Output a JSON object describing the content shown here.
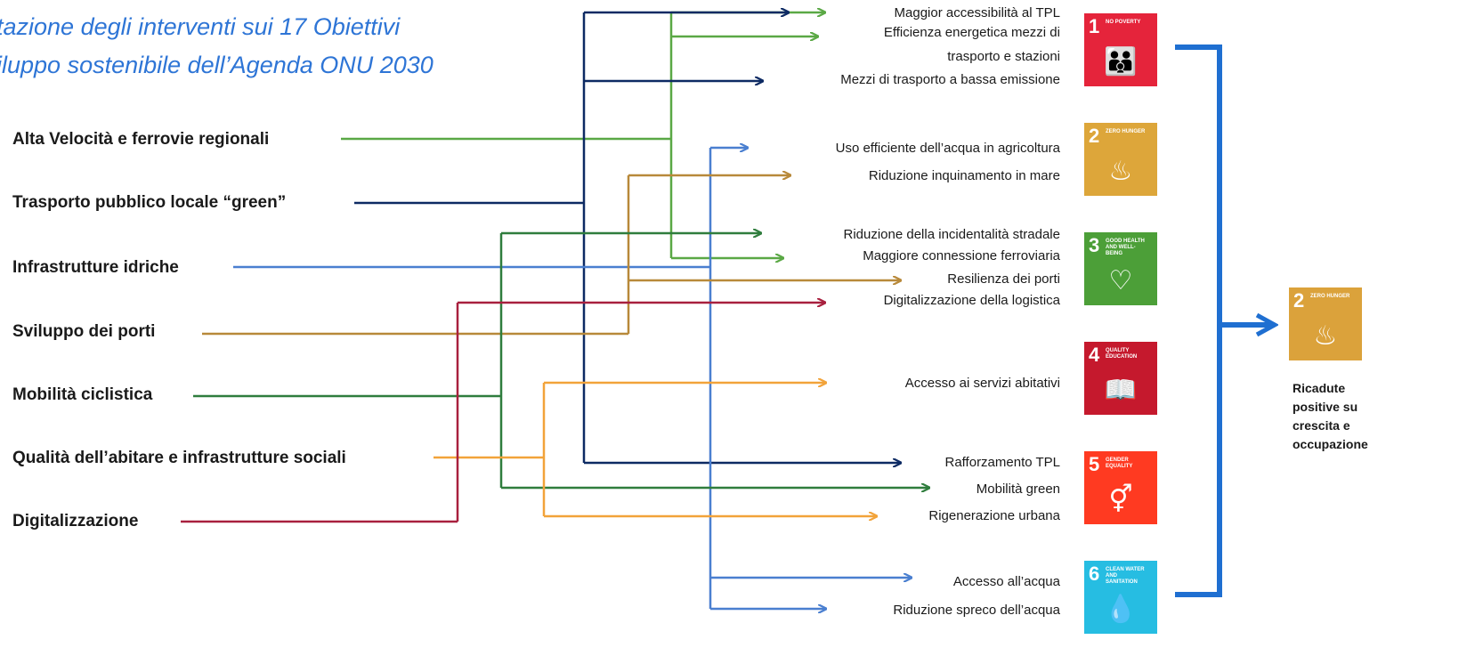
{
  "title": {
    "line1": "tazione degli interventi sui 17 Obiettivi",
    "line2": "iluppo sostenibile dell’Agenda ONU 2030"
  },
  "sources": [
    {
      "label": "Alta Velocità e ferrovie regionali",
      "color": "#5aa845"
    },
    {
      "label": "Trasporto pubblico locale “green”",
      "color": "#0d2a63"
    },
    {
      "label": "Infrastrutture idriche",
      "color": "#4a7fd0"
    },
    {
      "label": "Sviluppo dei porti",
      "color": "#b8893a"
    },
    {
      "label": "Mobilità ciclistica",
      "color": "#2f7d3d"
    },
    {
      "label": "Qualità dell’abitare e infrastrutture sociali",
      "color": "#f2a33a"
    },
    {
      "label": "Digitalizzazione",
      "color": "#a8203e"
    }
  ],
  "targets": {
    "t1": "Maggior accessibilità al TPL",
    "t2a": "Efficienza energetica mezzi di",
    "t2b": "trasporto e stazioni",
    "t3": "Mezzi di trasporto a bassa emissione",
    "t4": "Uso efficiente dell’acqua in agricoltura",
    "t5": "Riduzione inquinamento in mare",
    "t6": "Riduzione della incidentalità stradale",
    "t7": "Maggiore connessione ferroviaria",
    "t8": "Resilienza dei porti",
    "t9": "Digitalizzazione della logistica",
    "t10": "Accesso ai servizi abitativi",
    "t11": "Rafforzamento TPL",
    "t12": "Mobilità green",
    "t13": "Rigenerazione urbana",
    "t14": "Accesso all’acqua",
    "t15": "Riduzione spreco dell’acqua"
  },
  "sdg_tiles": [
    {
      "number": "1",
      "caption": "NO POVERTY",
      "color": "#e5243b",
      "glyph": "👪"
    },
    {
      "number": "2",
      "caption": "ZERO HUNGER",
      "color": "#dda63a",
      "glyph": "♨"
    },
    {
      "number": "3",
      "caption": "GOOD HEALTH AND WELL-BEING",
      "color": "#4c9f38",
      "glyph": "♡"
    },
    {
      "number": "4",
      "caption": "QUALITY EDUCATION",
      "color": "#c5192d",
      "glyph": "📖"
    },
    {
      "number": "5",
      "caption": "GENDER EQUALITY",
      "color": "#ff3a21",
      "glyph": "⚥"
    },
    {
      "number": "6",
      "caption": "CLEAN WATER AND SANITATION",
      "color": "#26bde2",
      "glyph": "💧"
    }
  ],
  "result": {
    "number": "2",
    "caption": "ZERO HUNGER",
    "color": "#dda63a",
    "glyph": "♨",
    "label_lines": [
      "Ricadute",
      "positive su",
      "crescita e",
      "occupazione"
    ]
  },
  "colors": {
    "bracket": "#1f6fd1",
    "green_light": "#5aa845",
    "navy": "#0d2a63",
    "blue": "#4a7fd0",
    "gold": "#b8893a",
    "green_dark": "#2f7d3d",
    "orange": "#f2a33a",
    "crimson": "#a8203e"
  }
}
